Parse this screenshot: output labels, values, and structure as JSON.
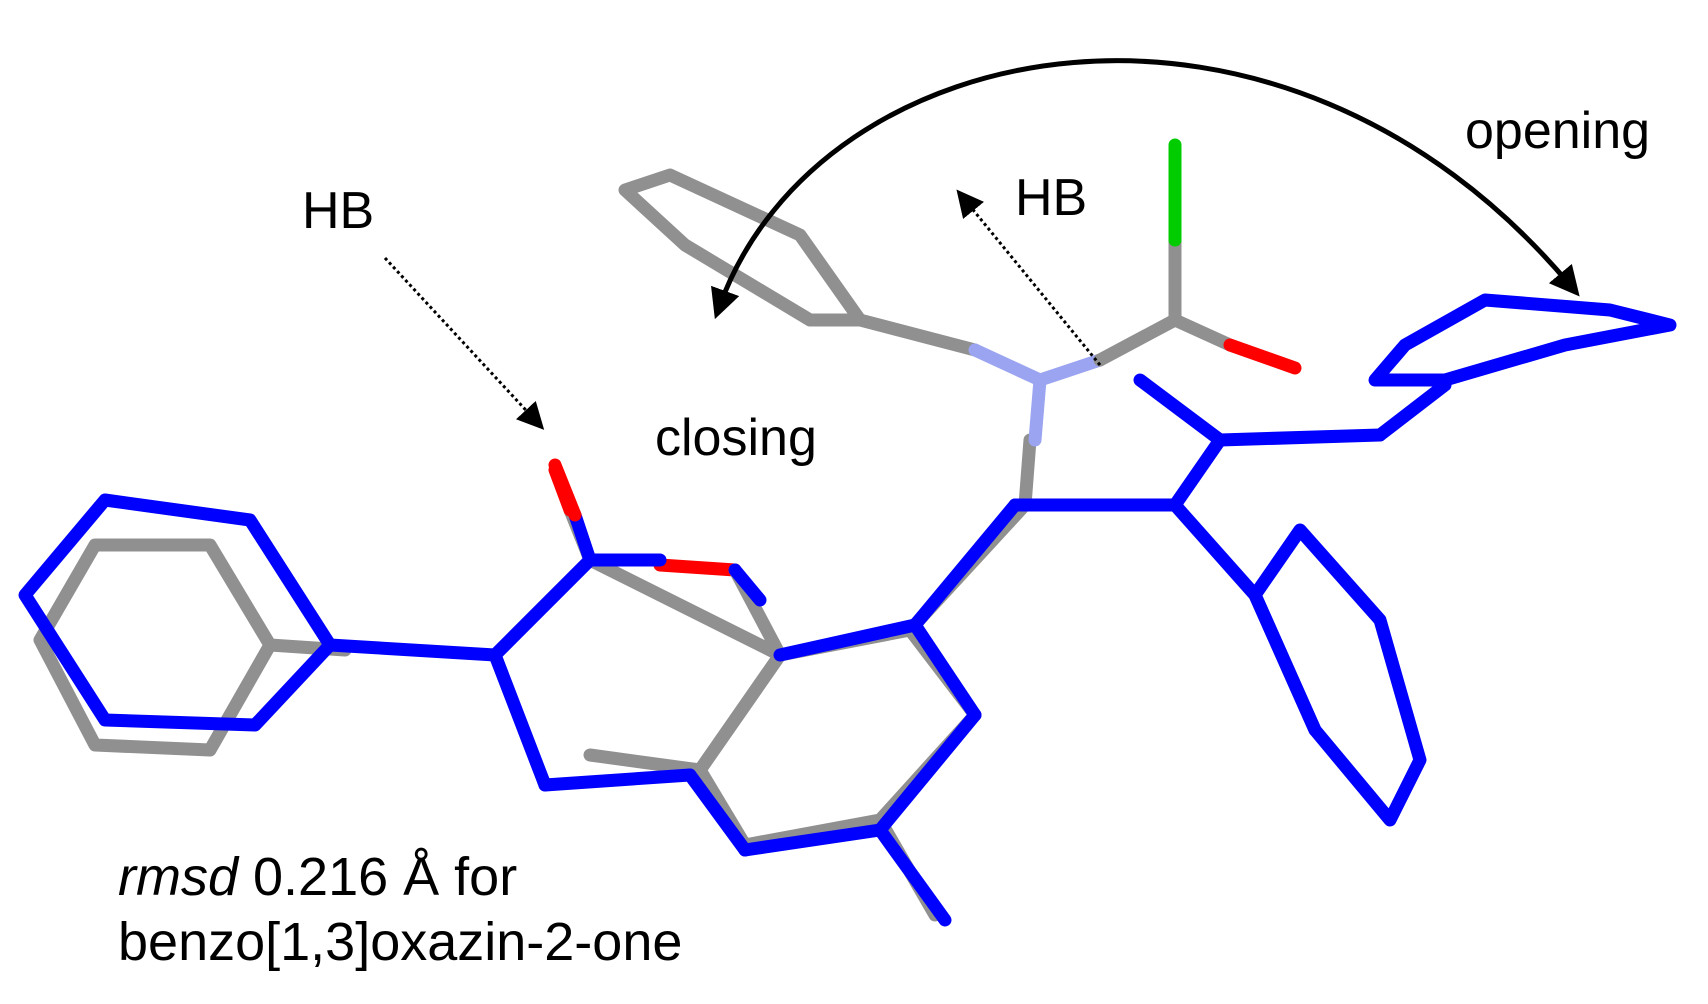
{
  "labels": {
    "hb_left": "HB",
    "hb_right": "HB",
    "opening": "opening",
    "closing": "closing"
  },
  "caption": {
    "rmsd_term": "rmsd",
    "line1_rest": " 0.216 Å for",
    "line2": "benzo[1,3]oxazin-2-one"
  },
  "colors": {
    "structure_a": "#0000ff",
    "structure_b": "#909090",
    "oxygen": "#ff0000",
    "nitrogen_light": "#9aa4f0",
    "chlorine": "#00cc00",
    "arrow": "#000000"
  },
  "icons": [
    "curved-double-arrow-icon",
    "dotted-arrow-icon"
  ]
}
